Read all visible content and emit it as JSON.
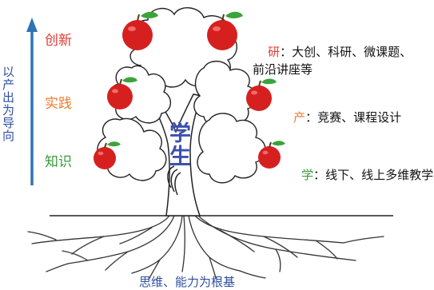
{
  "colors": {
    "arrow": "#2e74b5",
    "side_label": "#2e4fa0",
    "level_top": "#e03a2f",
    "level_mid": "#ed7d31",
    "level_bottom": "#3a9a3a",
    "trunk_label": "#3d4fb0",
    "roots_label": "#2e4fa0",
    "apple": "#d62020",
    "leaf": "#3aa43a",
    "outline": "#222222"
  },
  "side_label": "以产出为导向",
  "levels": [
    {
      "label": "创新",
      "desc_prefix": "研",
      "desc": "：大创、科研、微课题、\n前沿讲座等",
      "color_key": "level_top"
    },
    {
      "label": "实践",
      "desc_prefix": "产",
      "desc": "：竞赛、课程设计",
      "color_key": "level_mid"
    },
    {
      "label": "知识",
      "desc_prefix": "学",
      "desc": "：线下、线上多维教学",
      "color_key": "level_bottom"
    }
  ],
  "trunk_label": "学生",
  "roots_label": "思维、能力为根基"
}
